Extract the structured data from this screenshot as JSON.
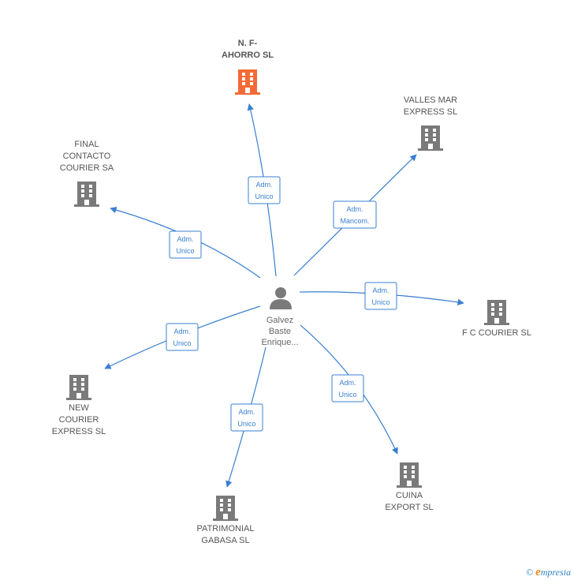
{
  "center": {
    "lines": [
      "Galvez",
      "Baste",
      "Enrique..."
    ],
    "icon": "person-icon",
    "color": "#7a7a7a"
  },
  "colors": {
    "edge": "#3a7fd1",
    "building": "#7a7a7a",
    "highlight": "#f26b36"
  },
  "companies": [
    {
      "id": "nf-ahorro",
      "lines": [
        "N. F-",
        "AHORRO  SL"
      ],
      "highlight": true,
      "icon": "building-icon",
      "edge": [
        "Adm.",
        "Unico"
      ]
    },
    {
      "id": "valles-mar",
      "lines": [
        "VALLES MAR",
        "EXPRESS  SL"
      ],
      "highlight": false,
      "icon": "building-icon",
      "edge": [
        "Adm.",
        "Mancom."
      ]
    },
    {
      "id": "final-contacto",
      "lines": [
        "FINAL",
        "CONTACTO",
        "COURIER SA"
      ],
      "highlight": false,
      "icon": "building-icon",
      "edge": [
        "Adm.",
        "Unico"
      ]
    },
    {
      "id": "fc-courier",
      "lines": [
        "F C COURIER SL"
      ],
      "highlight": false,
      "icon": "building-icon",
      "edge": [
        "Adm.",
        "Unico"
      ]
    },
    {
      "id": "new-courier",
      "lines": [
        "NEW",
        "COURIER",
        "EXPRESS  SL"
      ],
      "highlight": false,
      "icon": "building-icon",
      "edge": [
        "Adm.",
        "Unico"
      ]
    },
    {
      "id": "cuina-export",
      "lines": [
        "CUINA",
        "EXPORT  SL"
      ],
      "highlight": false,
      "icon": "building-icon",
      "edge": [
        "Adm.",
        "Unico"
      ]
    },
    {
      "id": "patrimonial-gabasa",
      "lines": [
        "PATRIMONIAL",
        "GABASA SL"
      ],
      "highlight": false,
      "icon": "building-icon",
      "edge": [
        "Adm.",
        "Unico"
      ]
    }
  ],
  "footer": {
    "copyright": "©",
    "brand_initial": "e",
    "brand_rest": "mpresia"
  }
}
